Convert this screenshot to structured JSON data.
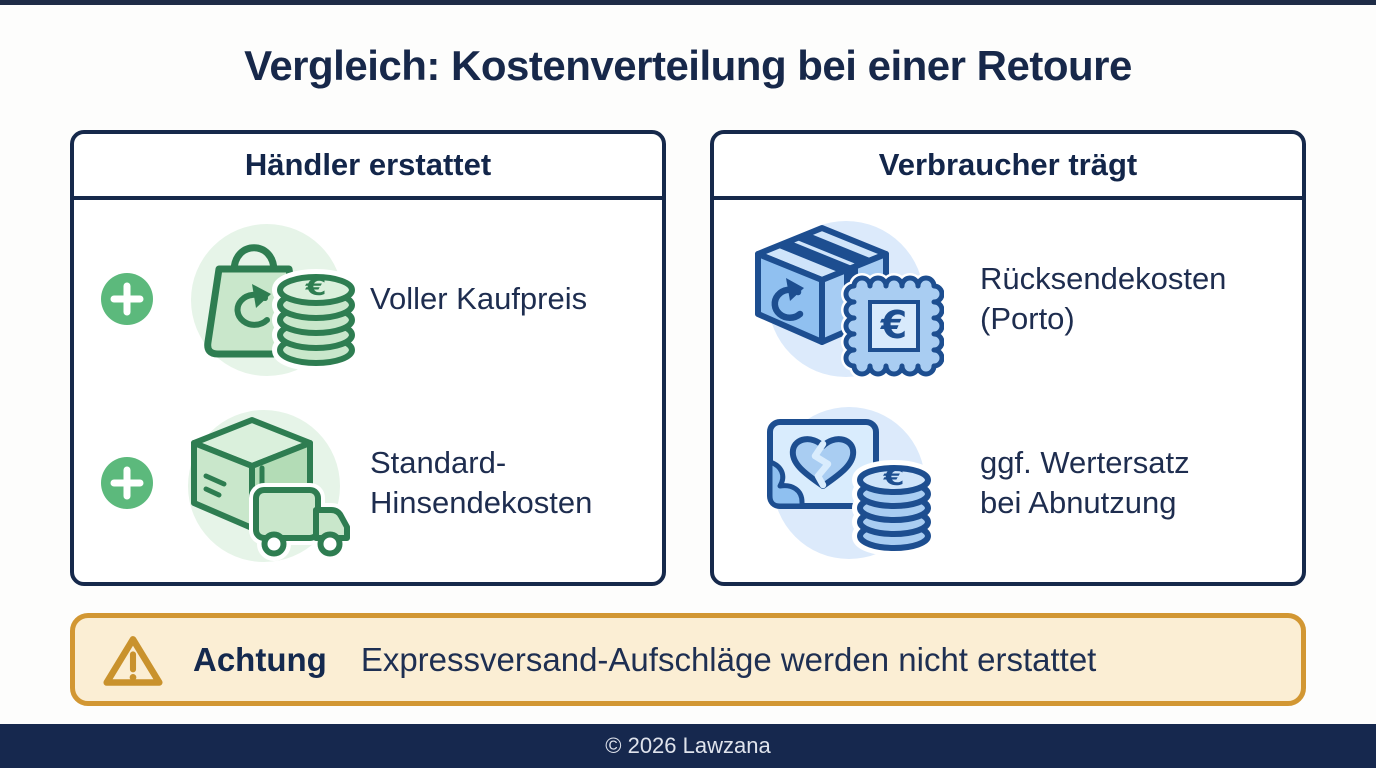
{
  "title": "Vergleich: Kostenverteilung bei einer Retoure",
  "panels": {
    "merchant": {
      "header": "Händler erstattet",
      "bullet_icon": "plus-circle-icon",
      "items": [
        {
          "label": "Voller Kaufpreis",
          "icon": "shopping-bag-return-euro-coins-icon"
        },
        {
          "label": "Standard-Hinsendekosten",
          "icon": "parcel-box-delivery-truck-icon"
        }
      ]
    },
    "consumer": {
      "header": "Verbraucher trägt",
      "items": [
        {
          "label": "Rücksendekosten (Porto)",
          "icon": "return-parcel-postage-stamp-euro-icon"
        },
        {
          "label": "ggf. Wertersatz bei Abnutzung",
          "icon": "damaged-item-broken-heart-euro-coins-icon"
        }
      ]
    }
  },
  "warning": {
    "icon": "warning-triangle-icon",
    "title": "Achtung",
    "text": "Expressversand-Aufschläge werden nicht erstattet"
  },
  "footer": {
    "text": "© 2026 Lawzana"
  },
  "colors": {
    "navy_text": "#17284A",
    "panel_border": "#16294B",
    "green_accent": "#5CB97C",
    "green_stroke": "#2E7D51",
    "green_fill": "#C9E7CB",
    "green_circle_bg": "#E6F4E8",
    "blue_stroke": "#1D4E90",
    "blue_fill": "#A9CDF2",
    "blue_circle_bg": "#DCEAFB",
    "warning_border": "#D29733",
    "warning_bg": "#FBEED4",
    "warning_icon": "#C9922D",
    "footer_bg": "#16284E"
  }
}
